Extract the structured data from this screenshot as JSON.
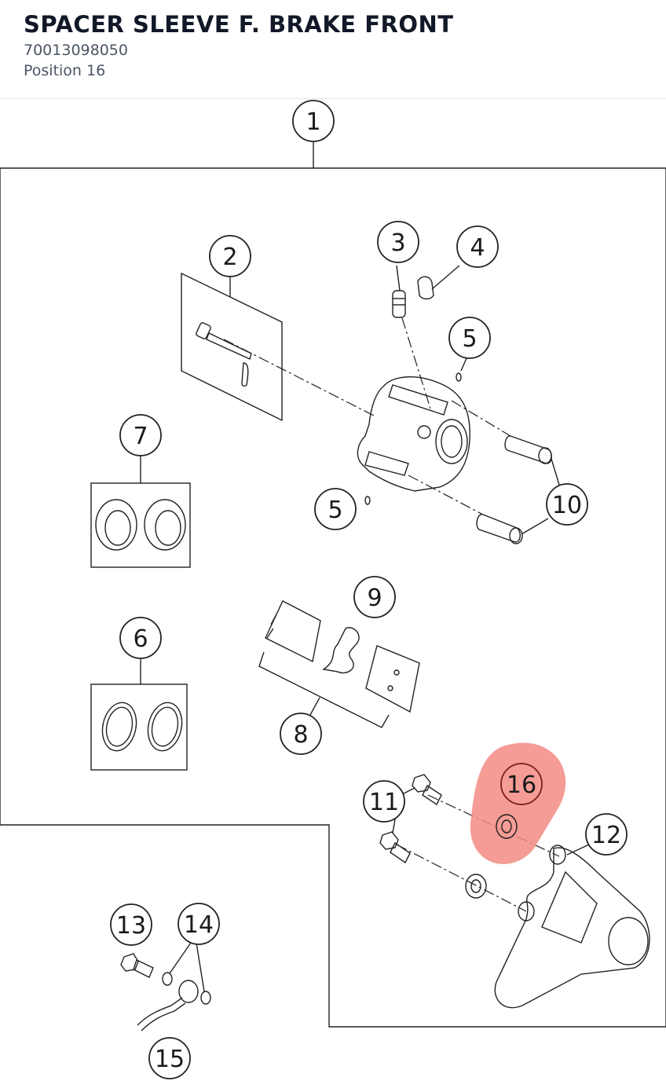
{
  "header": {
    "title": "SPACER SLEEVE F. BRAKE FRONT",
    "part_number": "70013098050",
    "position": "Position 16"
  },
  "highlight": {
    "position": "16",
    "color": "#f28b82"
  },
  "callouts": [
    {
      "id": "c1",
      "label": "1"
    },
    {
      "id": "c2",
      "label": "2"
    },
    {
      "id": "c3",
      "label": "3"
    },
    {
      "id": "c4",
      "label": "4"
    },
    {
      "id": "c5a",
      "label": "5"
    },
    {
      "id": "c5b",
      "label": "5"
    },
    {
      "id": "c6",
      "label": "6"
    },
    {
      "id": "c7",
      "label": "7"
    },
    {
      "id": "c8",
      "label": "8"
    },
    {
      "id": "c9",
      "label": "9"
    },
    {
      "id": "c10",
      "label": "10"
    },
    {
      "id": "c11",
      "label": "11"
    },
    {
      "id": "c12",
      "label": "12"
    },
    {
      "id": "c13",
      "label": "13"
    },
    {
      "id": "c14",
      "label": "14"
    },
    {
      "id": "c15",
      "label": "15"
    },
    {
      "id": "c16",
      "label": "16"
    }
  ]
}
